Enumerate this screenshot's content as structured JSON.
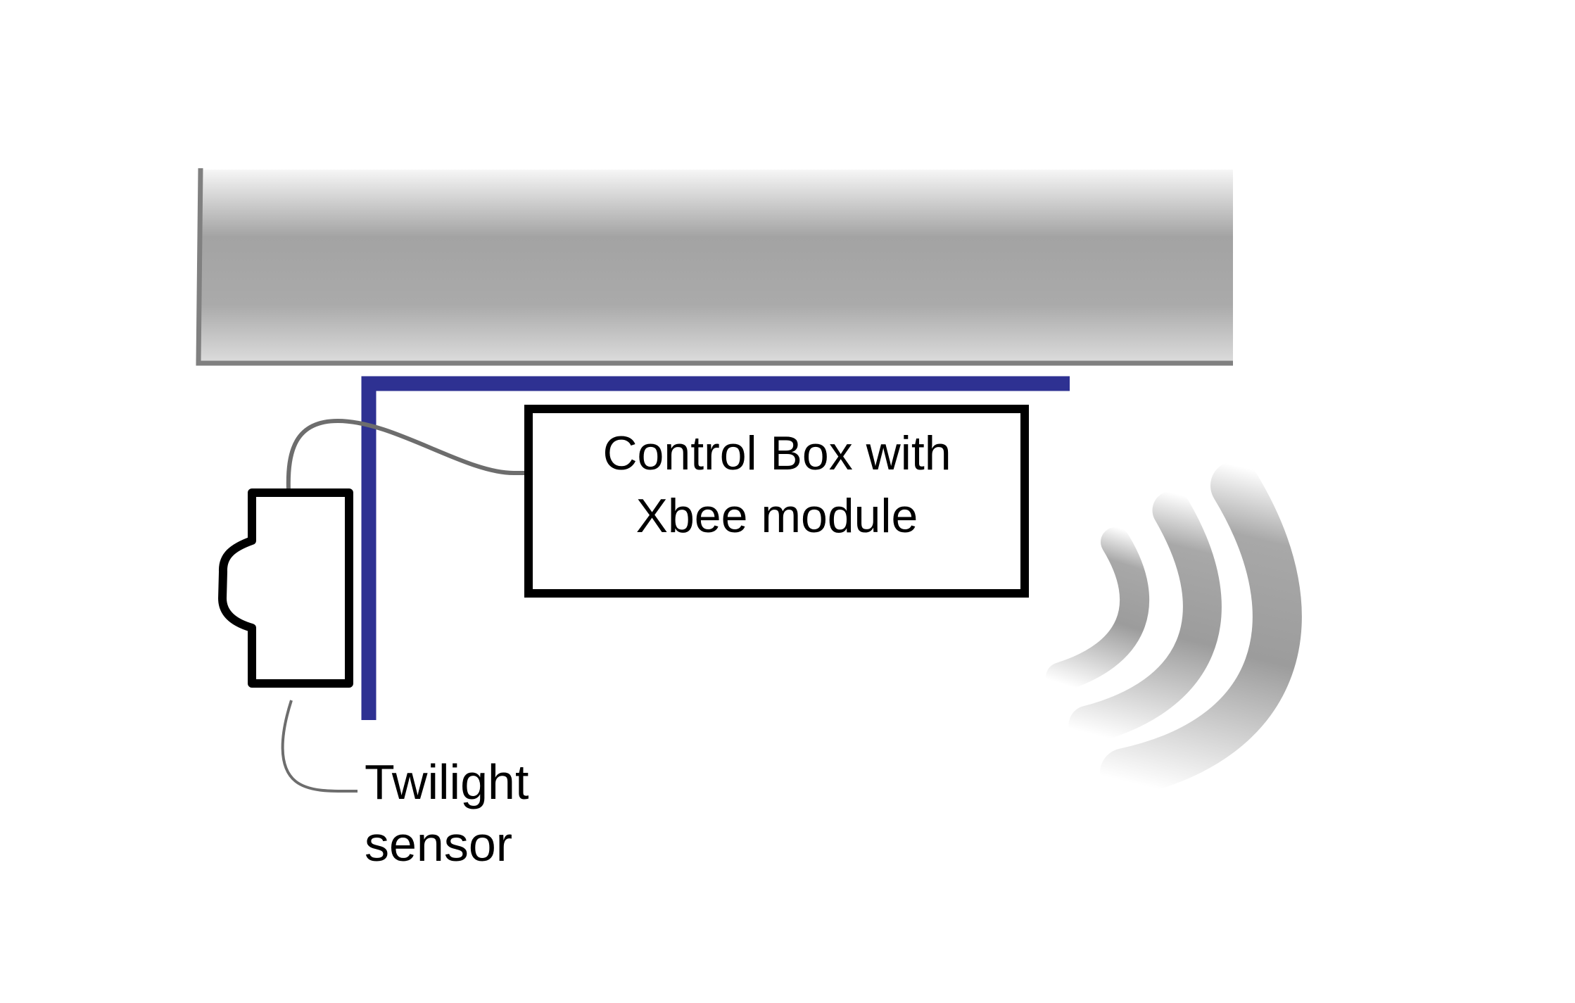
{
  "diagram": {
    "title": "Twilight sensor and Xbee control box mounted under beam",
    "components": {
      "beam": {
        "name": "Ceiling beam"
      },
      "mounting_bracket": {
        "name": "Mounting bracket",
        "color": "#2e3192"
      },
      "control_box": {
        "lines": [
          "Control Box with",
          "Xbee module"
        ]
      },
      "twilight_sensor": {
        "lines": [
          "Twilight",
          "sensor"
        ]
      },
      "wireless_signal": {
        "name": "Wireless signal",
        "arcs": 3
      }
    },
    "connections": [
      {
        "from": "twilight_sensor",
        "to": "control_box",
        "type": "cable"
      }
    ],
    "colors": {
      "beam_light": "#f2f2f2",
      "beam_dark": "#a1a1a1",
      "beam_edge": "#808080",
      "bracket": "#2e3192",
      "outline": "#000000",
      "cable": "#6d6d6d",
      "signal": "#9d9d9d"
    }
  }
}
